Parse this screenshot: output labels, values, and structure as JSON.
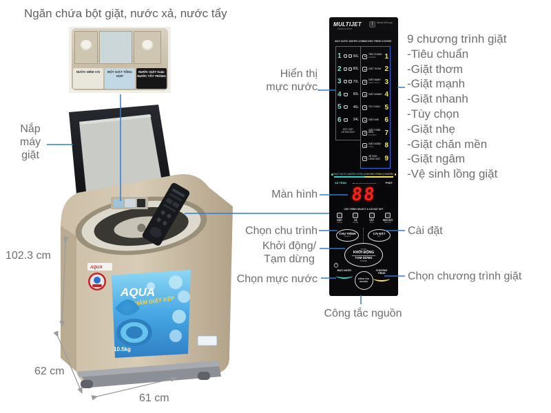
{
  "title": "Ngăn chứa bột giặt, nước xả, nước tẩy",
  "labels": {
    "lid": [
      "Nắp",
      "máy",
      "giặt"
    ],
    "water_display": [
      "Hiển thị",
      "mực nước"
    ],
    "screen": "Màn hình",
    "select_cycle": "Chọn chu trình",
    "start_pause": [
      "Khởi động/",
      "Tạm dừng"
    ],
    "select_water": "Chọn mực nước",
    "settings": "Cài đặt",
    "select_program": "Chọn chương trình giặt",
    "power_switch": "Công tắc nguồn"
  },
  "programs_list": {
    "title": "9 chương trình giặt",
    "items": [
      "-Tiêu chuẩn",
      "-Giặt thơm",
      "-Giặt mạnh",
      "-Giặt nhanh",
      "-Tùy chọn",
      "-Giặt nhẹ",
      "-Giặt chăn mền",
      "-Giặt ngâm",
      "-Vệ sinh lồng giặt"
    ]
  },
  "dimensions": {
    "height": "102.3 cm",
    "depth": "62 cm",
    "width": "61 cm"
  },
  "dispenser": {
    "left": "NƯỚC MỀM VẢI",
    "middle": "BỘT GIẶT TỔNG HỢP",
    "right": "NƯỚC GIẶT hoặc NƯỚC TẨY TRẮNG"
  },
  "machine": {
    "brand": "AQUA",
    "sticker_title": "MÂM GIẶT KÉP",
    "capacity": "10.5kg"
  },
  "panel": {
    "logo": "MULTIJET",
    "logo_sub": "WASH ACTION",
    "logo2_icon": "f",
    "logo2": "Neuro &Fuzzy",
    "water_header": "MỰC NƯỚC WATER LEVEL",
    "course_header": "CHƯƠNG TRÌNH COURSE",
    "water_levels": [
      {
        "num": "1",
        "label": "90L"
      },
      {
        "num": "2",
        "label": "80L"
      },
      {
        "num": "3",
        "label": "70L"
      },
      {
        "num": "4",
        "label": "60L"
      },
      {
        "num": "5",
        "label": "46L"
      },
      {
        "num": "6",
        "label": "34L"
      }
    ],
    "detergent": "BỘT GIẶT DETERGENT",
    "programs": [
      {
        "num": "1",
        "label": "TIÊU CHUẨN",
        "en": "NORMAL"
      },
      {
        "num": "2",
        "label": "GIẶT THƠM",
        "en": ""
      },
      {
        "num": "3",
        "label": "GIẶT MẠNH",
        "en": "HEAVY DUTY"
      },
      {
        "num": "4",
        "label": "GIẶT NHANH",
        "en": ""
      },
      {
        "num": "5",
        "label": "TÙY CHỌN",
        "en": ""
      },
      {
        "num": "6",
        "label": "GIẶT NHẸ",
        "en": ""
      },
      {
        "num": "7",
        "label": "GIẶT CHĂN MỀN",
        "en": "BLANKET"
      },
      {
        "num": "8",
        "label": "GIẶT NGÂM",
        "en": "SOAK"
      },
      {
        "num": "9",
        "label": "VỆ SINH LỒNG GIẶT",
        "en": ""
      }
    ],
    "ind_water": "MỰC NƯỚC (WATER LEVEL)",
    "ind_course": "CHƯƠNG TRÌNH (COURSE)",
    "overflow": "XẢ TRÀN",
    "minute": "PHÚT",
    "display_value": "88",
    "select_bar": "CHU TRÌNH SELECT & CÀI ĐẶT SET",
    "stages": [
      {
        "vn": "GIẶT",
        "en": "WASH"
      },
      {
        "vn": "XẢ",
        "en": "RINSE"
      },
      {
        "vn": "VẮT",
        "en": "SPIN"
      },
      {
        "vn": "HẸN GIỜ",
        "en": "PRESET"
      }
    ],
    "btn_cycle": "CHU TRÌNH",
    "btn_cycle_en": "SELECT",
    "btn_set": "CÀI ĐẶT",
    "btn_set_en": "SET",
    "start": {
      "l1": "START",
      "l2": "KHỞI ĐỘNG",
      "l3": "TẠM DỪNG",
      "l4": "PAUSE"
    },
    "btn_water": "MỰC NƯỚC",
    "btn_power": "CÔNG TẮC NGUỒN",
    "btn_program": "CHƯƠNG TRÌNH"
  },
  "colors": {
    "callout_line": "#2f7cd3",
    "label_text": "#6e6e6e",
    "panel_teal": "#2fd8c0",
    "panel_yellow": "#f2e845",
    "display_red": "#f8231a",
    "panel_box_border": "#2b6be0",
    "body_champagne": "#c6b79e",
    "sticker_blue": "#3f9fe0"
  }
}
